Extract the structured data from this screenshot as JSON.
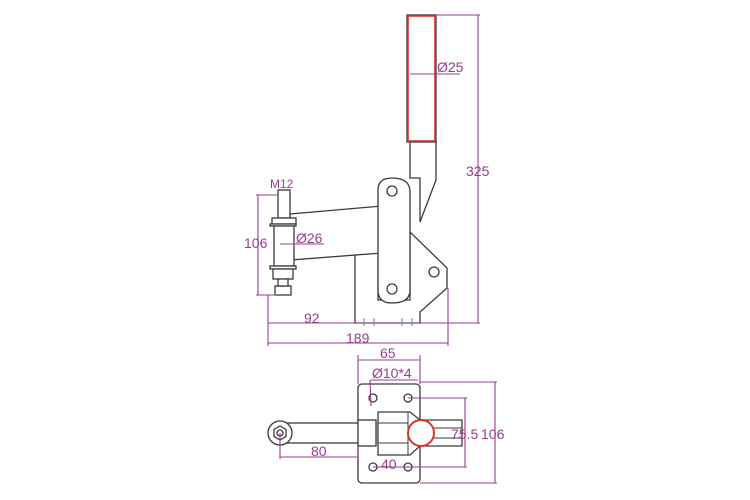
{
  "drawing": {
    "side_view": {
      "handle_length": "325",
      "handle_diameter": "Ø25",
      "thread": "M12",
      "spindle_height": "106",
      "spindle_diameter": "Ø26",
      "base_offset": "92",
      "overall_length": "189"
    },
    "top_view": {
      "plate_width": "65",
      "holes": "Ø10*4",
      "arm_reach": "80",
      "hole_spacing_x": "40",
      "hole_spacing_y": "75.5",
      "plate_height": "106"
    },
    "colors": {
      "dimension": "#9a3c8e",
      "outline": "#3a3a3a",
      "highlight": "#d9352a",
      "marker": "#4bb3b0"
    }
  }
}
